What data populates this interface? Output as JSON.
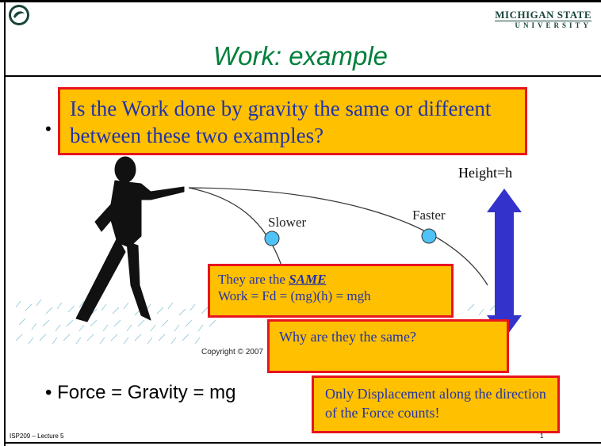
{
  "slide": {
    "university_line1": "MICHIGAN STATE",
    "university_line2": "UNIVERSITY",
    "title": "Work: example",
    "question": "Is the Work done by gravity the same or different between these two examples?",
    "bullet_marker": "•",
    "height_label": "Height=h",
    "slower_label": "Slower",
    "faster_label": "Faster",
    "copyright": "Copyright © 2007",
    "answer_line1_prefix": "They are the ",
    "answer_same": "SAME",
    "answer_line2": "Work = Fd = (mg)(h) = mgh",
    "why": "Why are they the same?",
    "only_displacement": "Only Displacement along the direction of the Force counts!",
    "force_bullet": "Force = Gravity = mg",
    "footer_left": "ISP209 – Lecture 5",
    "page_number": "1"
  },
  "colors": {
    "title": "#00803c",
    "box_fill": "#ffc000",
    "box_border": "#e8141e",
    "box_text": "#2233a8",
    "arrow": "#3333cc",
    "ball": "#4fc3f7"
  }
}
